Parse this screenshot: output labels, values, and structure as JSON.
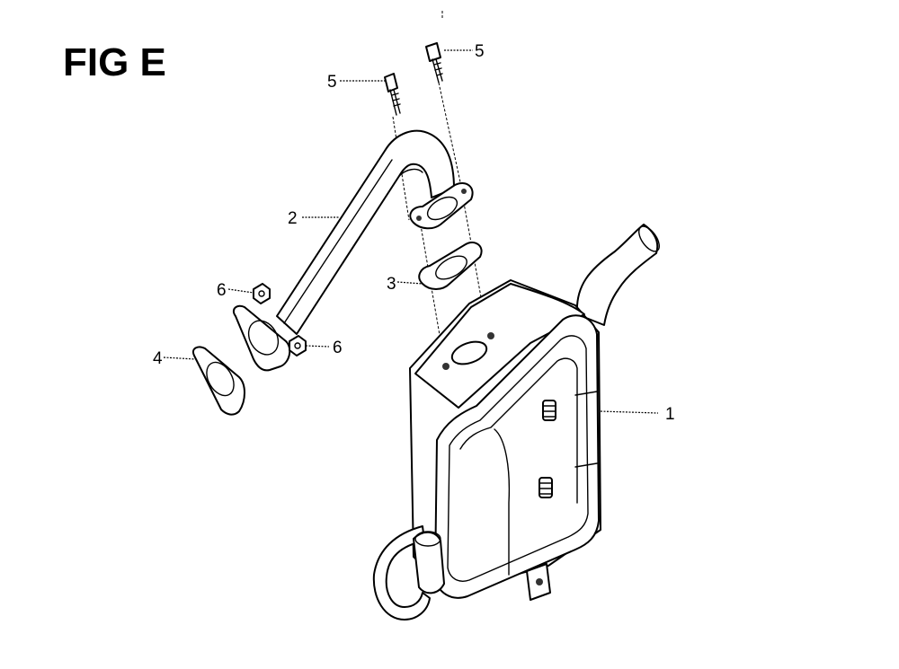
{
  "figure": {
    "title": "FIG E"
  },
  "callouts": {
    "muffler": "1",
    "exhaust_pipe": "2",
    "gasket_upper": "3",
    "gasket_lower": "4",
    "bolt_left": "5",
    "bolt_right": "5",
    "nut_upper": "6",
    "nut_lower": "6"
  }
}
